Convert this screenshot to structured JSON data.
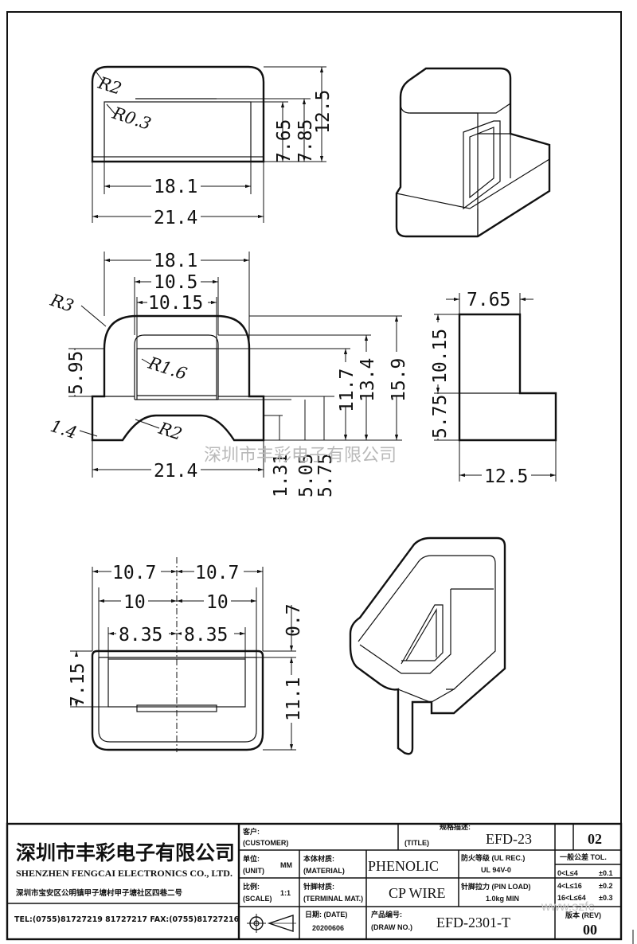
{
  "views": {
    "top": {
      "dims": {
        "r_outer": "R2",
        "r_inner": "R0.3",
        "h_765": "7.65",
        "h_785": "7.85",
        "h_125": "12.5",
        "w_181": "18.1",
        "w_214": "21.4"
      }
    },
    "front": {
      "dims": {
        "w_181": "18.1",
        "w_105": "10.5",
        "w_1015": "10.15",
        "r3": "R3",
        "h_595": "5.95",
        "r16": "R1.6",
        "h_117": "11.7",
        "h_134": "13.4",
        "h_159": "15.9",
        "d_14": "1.4",
        "r2": "R2",
        "w_214": "21.4",
        "h_131": "1.31",
        "h_505": "5.05",
        "h_575": "5.75"
      }
    },
    "side": {
      "dims": {
        "w_765": "7.65",
        "h_1015": "10.15",
        "h_575": "5.75",
        "w_125": "12.5"
      }
    },
    "bottom": {
      "dims": {
        "w_107a": "10.7",
        "w_107b": "10.7",
        "w_10a": "10",
        "w_10b": "10",
        "w_835a": "8.35",
        "w_835b": "8.35",
        "h_07": "0.7",
        "h_715": "7.15",
        "h_111": "11.1"
      }
    }
  },
  "watermark": "深圳市丰彩电子有限公司",
  "watermark_site": "www.szfc",
  "title_block": {
    "company_cn": "深圳市丰彩电子有限公司",
    "company_en": "SHENZHEN FENGCAI ELECTRONICS CO., LTD.",
    "address": "深圳市宝安区公明镇甲子塘村甲子塘社区四巷二号",
    "phone": "TEL:(0755)81727219  81727217   FAX:(0755)81727216",
    "customer_label_cn": "客户:",
    "customer_label_en": "(CUSTOMER)",
    "title_label_cn": "规格描述:",
    "title_label_en": "(TITLE)",
    "title_value": "EFD-23",
    "sheet_no": "02",
    "unit_label_cn": "单位:",
    "unit_label_en": "(UNIT)",
    "unit_value": "MM",
    "material_label_cn": "本体材质:",
    "material_label_en": "(MATERIAL)",
    "material_value": "PHENOLIC",
    "flame_label": "防火等级 (UL REC.)",
    "flame_value": "UL 94V-0",
    "tol_label": "一般公差 TOL.",
    "tol_rows": [
      {
        "range": "0<L≤4",
        "value": "±0.1"
      },
      {
        "range": "4<L≤16",
        "value": "±0.2"
      },
      {
        "range": "16<L≤64",
        "value": "±0.3"
      }
    ],
    "scale_label_cn": "比例:",
    "scale_label_en": "(SCALE)",
    "scale_value": "1:1",
    "terminal_label_cn": "针脚材质:",
    "terminal_label_en": "(TERMINAL MAT.)",
    "terminal_value": "CP WIRE",
    "pinload_label": "针脚拉力 (PIN LOAD)",
    "pinload_value": "1.0kg MIN",
    "date_label": "日期: (DATE)",
    "date_value": "20200606",
    "drawno_label_cn": "产品编号:",
    "drawno_label_en": "(DRAW NO.)",
    "drawno_value": "EFD-2301-T",
    "rev_label": "版本 (REV)",
    "rev_value": "00"
  }
}
